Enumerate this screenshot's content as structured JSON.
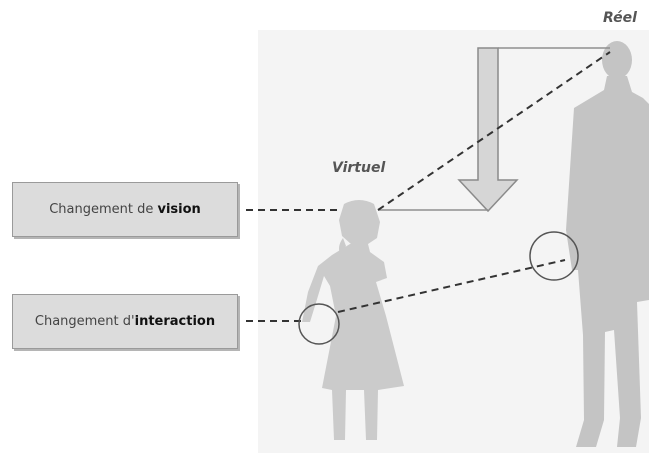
{
  "labels": {
    "virtual": "Virtuel",
    "real": "Réel"
  },
  "boxes": {
    "vision": {
      "prefix": "Changement de ",
      "emphasis": "vision"
    },
    "interaction": {
      "prefix": "Changement d'",
      "emphasis": "interaction"
    }
  },
  "colors": {
    "silhouette": "#c8c8c8",
    "box_fill": "#dcdcdc",
    "dashed_line": "#333333",
    "arrow_fill": "#d6d6d6"
  }
}
